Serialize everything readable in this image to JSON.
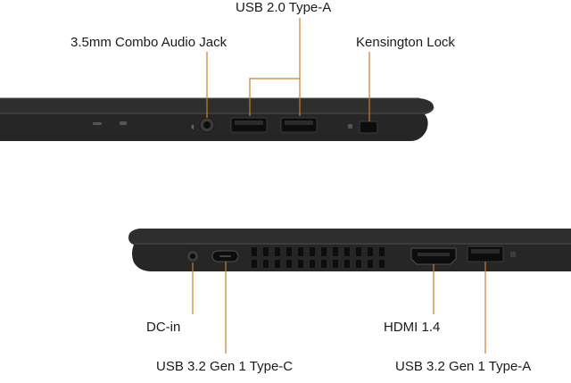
{
  "top_view": {
    "labels": {
      "audio_jack": "3.5mm Combo Audio Jack",
      "usb2": "USB 2.0 Type-A",
      "kensington": "Kensington Lock"
    }
  },
  "bottom_view": {
    "labels": {
      "dc_in": "DC-in",
      "usb_c": "USB 3.2 Gen 1 Type-C",
      "hdmi": "HDMI 1.4",
      "usb_a": "USB 3.2 Gen 1 Type-A"
    }
  },
  "colors": {
    "callout": "#c87f2a",
    "chassis": "#2a2a2a",
    "chassis_edge": "#4a4a4a",
    "port": "#0d0d0d"
  }
}
